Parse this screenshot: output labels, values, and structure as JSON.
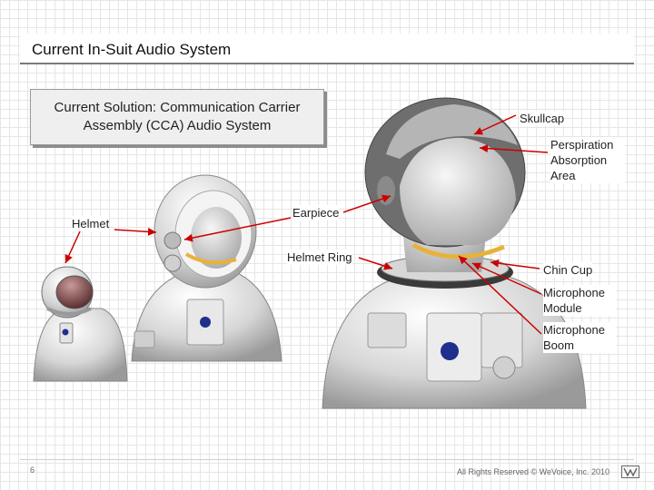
{
  "slide": {
    "title": "Current In-Suit Audio System",
    "solution_box": "Current Solution: Communication Carrier Assembly (CCA) Audio System",
    "page_number": "6",
    "copyright": "All Rights Reserved © WeVoice, Inc. 2010"
  },
  "labels": {
    "skullcap": "Skullcap",
    "perspiration": "Perspiration Absorption Area",
    "earpiece": "Earpiece",
    "helmet": "Helmet",
    "helmet_ring": "Helmet Ring",
    "chin_cup": "Chin Cup",
    "microphone_module": "Microphone Module",
    "microphone_boom": "Microphone Boom"
  },
  "colors": {
    "arrow": "#cc0000",
    "suit": "#d9d9d9",
    "cap_dark": "#6e6e6e",
    "chin_strap": "#e8b23a",
    "visor": "#7a3b3b",
    "patch": "#1e2f8c"
  }
}
